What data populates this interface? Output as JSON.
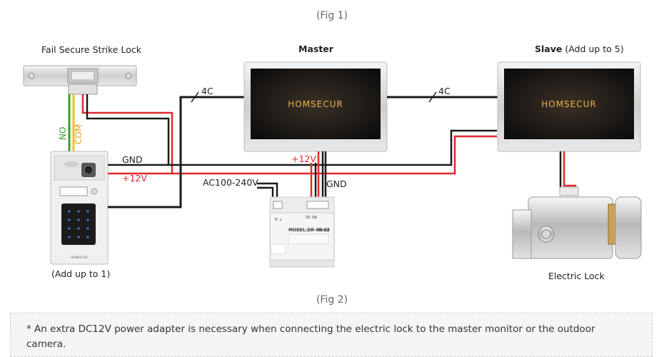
{
  "fig1_caption": "(Fig 1)",
  "fig2_caption": "(Fig 2)",
  "strike_lock_label": "Fail Secure Strike Lock",
  "master_label": "Master",
  "slave_label_bold": "Slave",
  "slave_label_rest": " (Add up to 5)",
  "outdoor_label": "(Add up to 1)",
  "electric_lock_label": "Electric Lock",
  "wire_4c_left": "4C",
  "wire_4c_right": "4C",
  "gnd_left": "GND",
  "v12_left": "+12V",
  "v12_center": "+12V",
  "gnd_center": "GND",
  "ac_label": "AC100-240V",
  "no_label": "NO",
  "com_label": "COM",
  "monitor_brand": "HOMSECUR",
  "camera_brand": "HOMSECUR",
  "psu_model": "MODEL:DR-60-12",
  "psu_rohs": "RoHS",
  "psu_terminals": [
    "N",
    "L"
  ],
  "psu_dc": "DC OK",
  "note": "* An extra DC12V power adapter is necessary when connecting the electric lock to the master monitor or the outdoor camera.",
  "colors": {
    "wire_red": "#e0282b",
    "wire_black": "#1a1a1a",
    "wire_yellow": "#e8c224",
    "wire_green": "#3a9b2e",
    "brand_gold": "#e9b24a"
  }
}
